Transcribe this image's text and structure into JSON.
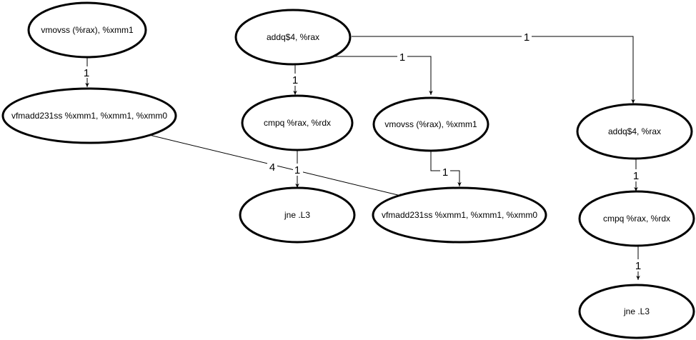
{
  "diagram": {
    "nodes": [
      {
        "id": "n1",
        "label": "vmovss (%rax), %xmm1"
      },
      {
        "id": "n2",
        "label": "vfmadd231ss %xmm1, %xmm1, %xmm0"
      },
      {
        "id": "n3",
        "label": "addq$4, %rax"
      },
      {
        "id": "n4",
        "label": "cmpq %rax, %rdx"
      },
      {
        "id": "n5",
        "label": "jne .L3"
      },
      {
        "id": "n6",
        "label": "vmovss (%rax), %xmm1"
      },
      {
        "id": "n7",
        "label": "vfmadd231ss %xmm1, %xmm1, %xmm0"
      },
      {
        "id": "n8",
        "label": "addq$4, %rax"
      },
      {
        "id": "n9",
        "label": "cmpq %rax, %rdx"
      },
      {
        "id": "n10",
        "label": "jne .L3"
      }
    ],
    "edges": [
      {
        "id": "e1",
        "from": "n1",
        "to": "n2",
        "label": "1"
      },
      {
        "id": "e2",
        "from": "n2",
        "to": "n7",
        "label": "4"
      },
      {
        "id": "e3",
        "from": "n3",
        "to": "n4",
        "label": "1"
      },
      {
        "id": "e4",
        "from": "n3",
        "to": "n6",
        "label": "1"
      },
      {
        "id": "e5",
        "from": "n3",
        "to": "n8",
        "label": "1"
      },
      {
        "id": "e6",
        "from": "n4",
        "to": "n5",
        "label": "1"
      },
      {
        "id": "e7",
        "from": "n6",
        "to": "n7",
        "label": "1"
      },
      {
        "id": "e8",
        "from": "n8",
        "to": "n9",
        "label": "1"
      },
      {
        "id": "e9",
        "from": "n9",
        "to": "n10",
        "label": "1"
      }
    ]
  }
}
